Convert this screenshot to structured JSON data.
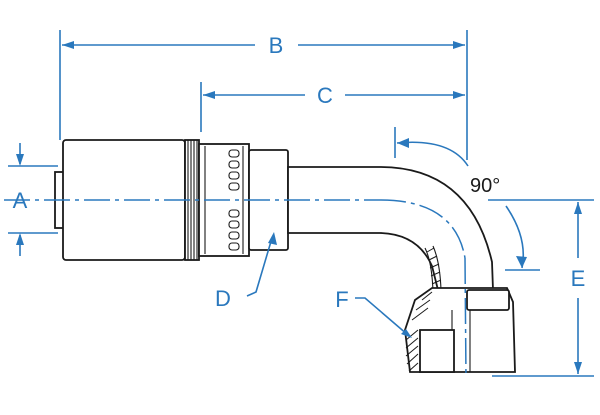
{
  "diagram": {
    "labels": {
      "a": "A",
      "b": "B",
      "c": "C",
      "d": "D",
      "e": "E",
      "f": "F",
      "angle": "90°"
    },
    "colors": {
      "dimension": "#2a78bd",
      "outline": "#1a1a1a",
      "background": "#ffffff"
    }
  }
}
